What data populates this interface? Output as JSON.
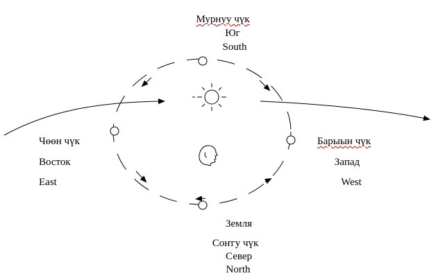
{
  "labels": {
    "south": {
      "local": "Мурнуу чүк",
      "ru": "Юг",
      "en": "South"
    },
    "east": {
      "local": "Чөөн чүк",
      "ru": "Восток",
      "en": "East"
    },
    "west": {
      "local": "Барыын чүк",
      "ru": "Запад",
      "en": "West"
    },
    "earth": "Земля",
    "north": {
      "local": "Соҥгу чүк",
      "ru": "Север",
      "en": "North"
    }
  },
  "colors": {
    "ink": "#000000",
    "spellcheck": "#d40000"
  },
  "icons": {
    "sun": "sun-icon",
    "observer": "head-profile-icon"
  }
}
